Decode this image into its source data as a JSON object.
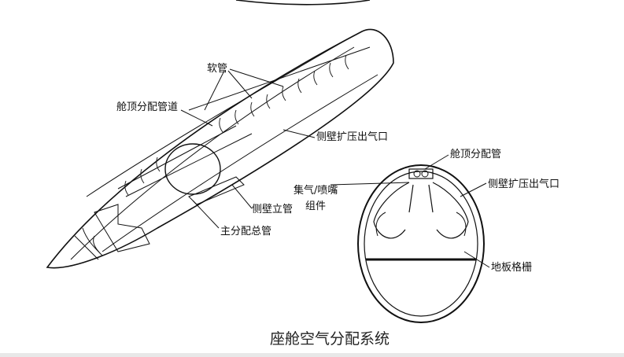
{
  "labels": {
    "hose": "软管",
    "ceiling_duct": "舱顶分配管道",
    "sidewall_outlet_left": "侧壁扩压出气口",
    "sidewall_riser": "侧壁立管",
    "main_manifold": "主分配总管",
    "ceiling_pipe": "舱顶分配管",
    "sidewall_outlet_right": "侧壁扩压出气口",
    "plenum_nozzle_1": "集气/喷嘴",
    "plenum_nozzle_2": "组件",
    "floor_grille": "地板格栅"
  },
  "caption": "座舱空气分配系统"
}
